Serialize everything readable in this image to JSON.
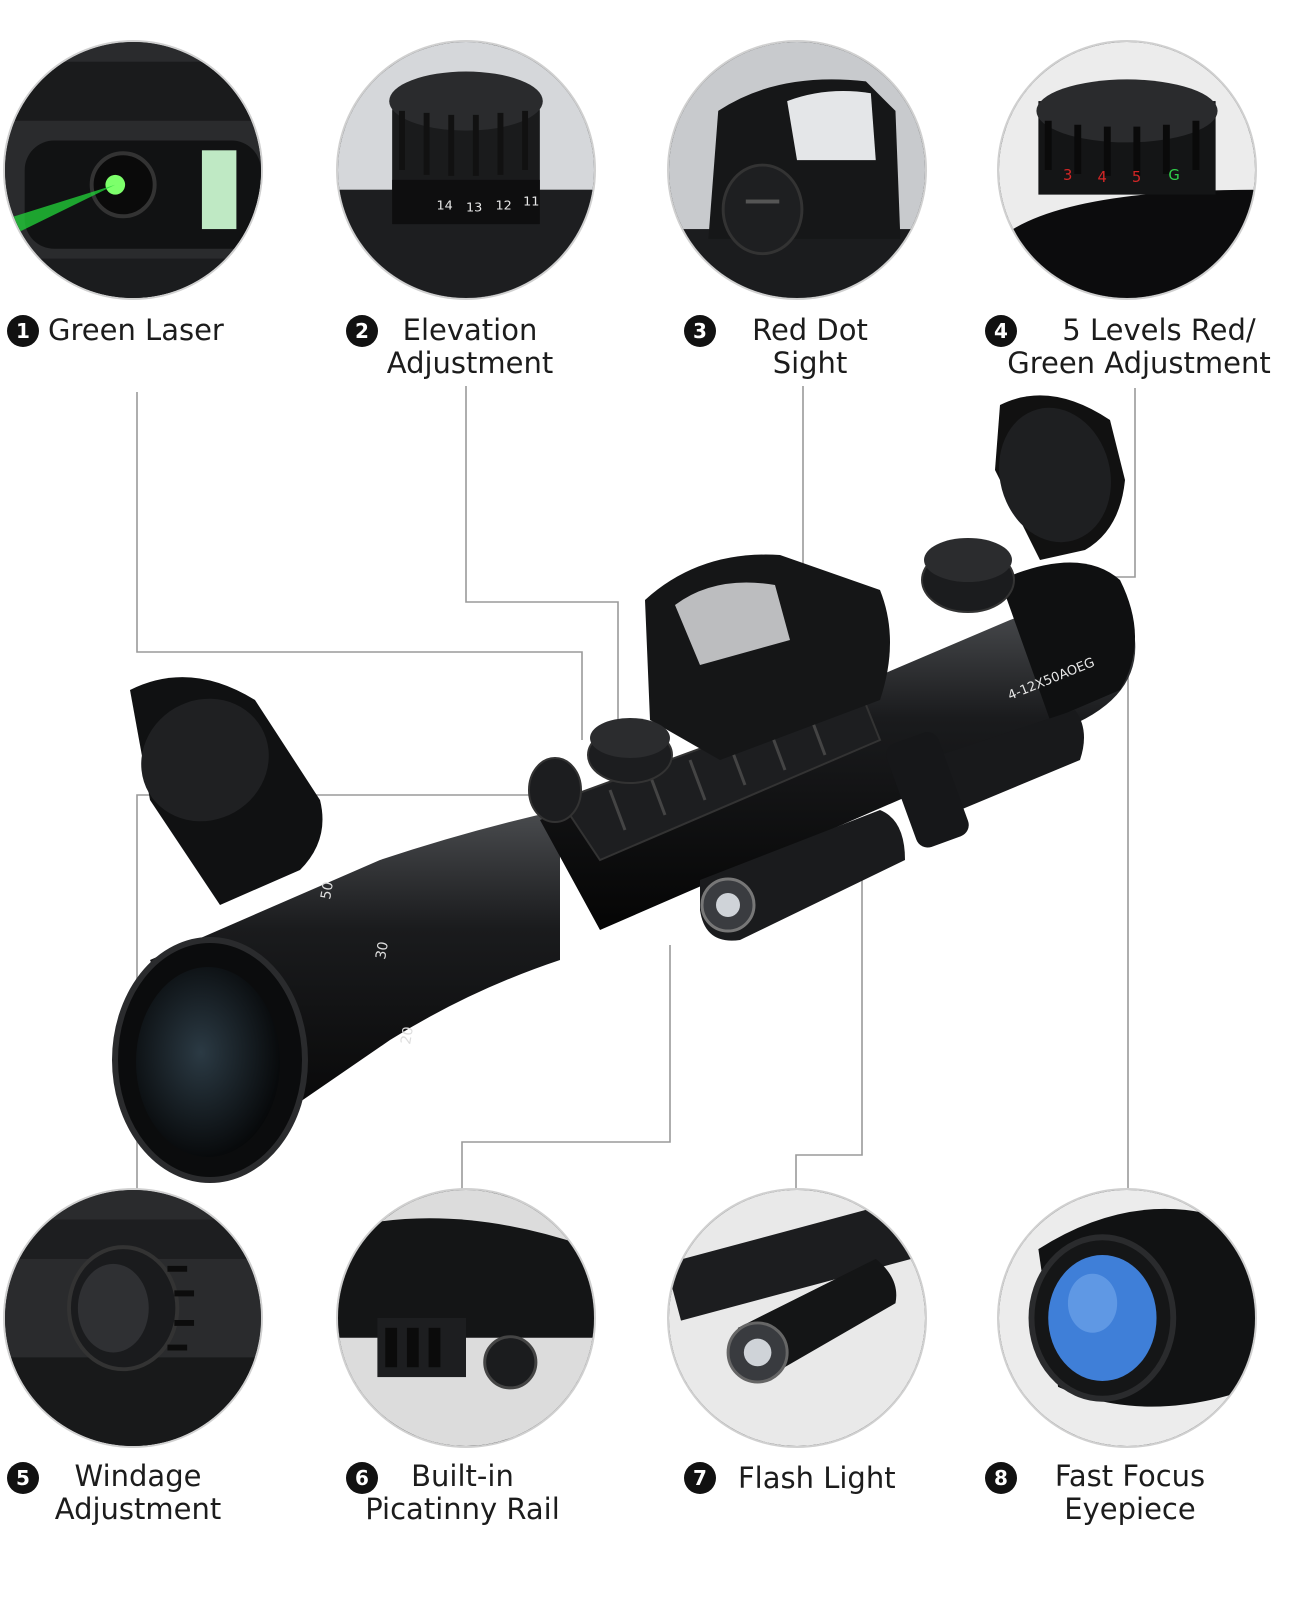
{
  "features": [
    {
      "num": "1",
      "title": "Green Laser"
    },
    {
      "num": "2",
      "title_line1": "Elevation",
      "title_line2": "Adjustment"
    },
    {
      "num": "3",
      "title_line1": "Red Dot",
      "title_line2": "Sight"
    },
    {
      "num": "4",
      "title_line1": "5 Levels Red/",
      "title_line2": "Green Adjustment"
    },
    {
      "num": "5",
      "title_line1": "Windage",
      "title_line2": "Adjustment"
    },
    {
      "num": "6",
      "title_line1": "Built-in",
      "title_line2": "Picatinny Rail"
    },
    {
      "num": "7",
      "title": "Flash Light"
    },
    {
      "num": "8",
      "title_line1": "Fast Focus",
      "title_line2": "Eyepiece"
    }
  ],
  "scope": {
    "model_marking": "4-12X50AOEG",
    "focus_marks": [
      "50",
      "30",
      "20"
    ],
    "dial_marks": [
      "3",
      "4",
      "5",
      "G"
    ],
    "turret_marks": [
      "14",
      "13",
      "12",
      "11"
    ]
  },
  "colors": {
    "laser": "#22d63a",
    "red_mark": "#d22626",
    "green_mark": "#2fcf4a",
    "lens_blue": "#3f7fd8",
    "connector_line": "#9a9a9a"
  }
}
